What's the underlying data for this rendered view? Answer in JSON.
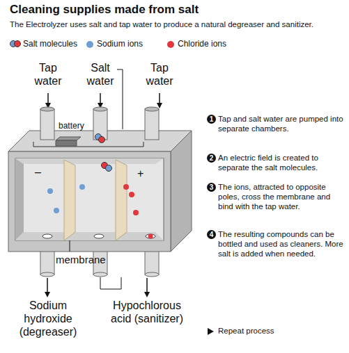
{
  "diagram": {
    "title": "Cleaning supplies made from salt",
    "labels": [
      "The Electrolyzer uses salt and tap water to produce a natural degreaser and sanitizer.",
      "Tap water",
      "Salt water",
      "Tap water",
      "battery",
      "–",
      "+",
      "membrane",
      "Sodium hydroxide (degreaser)",
      "Hypochlorous acid (sanitizer)",
      "1",
      "Tap and salt water are pumped into separate chambers.",
      "2",
      "An electric field is created to separate the salt molecules.",
      "3",
      "The ions, attracted to opposite poles, cross the membrane and bind with the tap water.",
      "4",
      "The resulting compounds can be bottled and used as cleaners. More salt is added when needed.",
      "Repeat process"
    ],
    "legend": [
      {
        "text": "Salt molecules"
      },
      {
        "text": "Sodium ions",
        "color": "#6f9fd2"
      },
      {
        "text": "Chloride ions",
        "color": "#e2383d"
      }
    ]
  }
}
